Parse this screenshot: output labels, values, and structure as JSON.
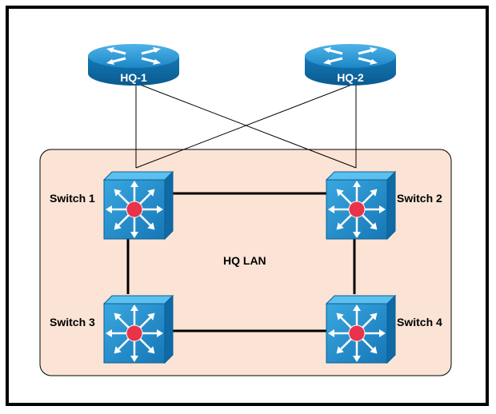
{
  "routers": [
    {
      "label": "HQ-1",
      "icon": "router-icon"
    },
    {
      "label": "HQ-2",
      "icon": "router-icon"
    }
  ],
  "switches": [
    {
      "label": "Switch 1",
      "icon": "multilayer-switch-icon"
    },
    {
      "label": "Switch 2",
      "icon": "multilayer-switch-icon"
    },
    {
      "label": "Switch 3",
      "icon": "multilayer-switch-icon"
    },
    {
      "label": "Switch 4",
      "icon": "multilayer-switch-icon"
    }
  ],
  "lan": {
    "label": "HQ LAN"
  },
  "colors": {
    "frame": "#000000",
    "lan_fill": "#fbe4d5",
    "device_blue": "#1f8fd0",
    "device_dark": "#0d5f95",
    "switch_center": "#e8334a"
  }
}
